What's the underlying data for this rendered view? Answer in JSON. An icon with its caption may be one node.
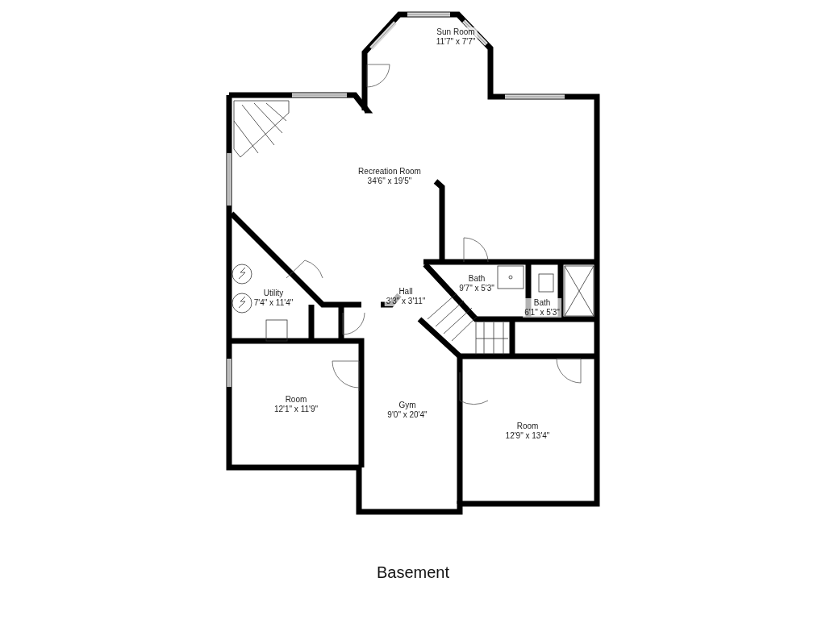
{
  "diagram": {
    "title": "Basement",
    "nodes": [
      {
        "text": [
          "Sun Room",
          "11'7\" x 7'7\""
        ]
      },
      {
        "text": [
          "Recreation Room",
          "34'6\" x 19'5\""
        ]
      },
      {
        "text": [
          "Utility",
          "7'4\" x 11'4\""
        ]
      },
      {
        "text": [
          "Hall",
          "3'3\" x 3'11\""
        ]
      },
      {
        "text": [
          "Bath",
          "9'7\" x 5'3\""
        ]
      },
      {
        "text": [
          "Bath",
          "6'1\" x 5'3\""
        ]
      },
      {
        "text": [
          "Room",
          "12'1\" x 11'9\""
        ]
      },
      {
        "text": [
          "Gym",
          "9'0\" x 20'4\""
        ]
      },
      {
        "text": [
          "Room",
          "12'9\" x 13'4\""
        ]
      }
    ]
  }
}
